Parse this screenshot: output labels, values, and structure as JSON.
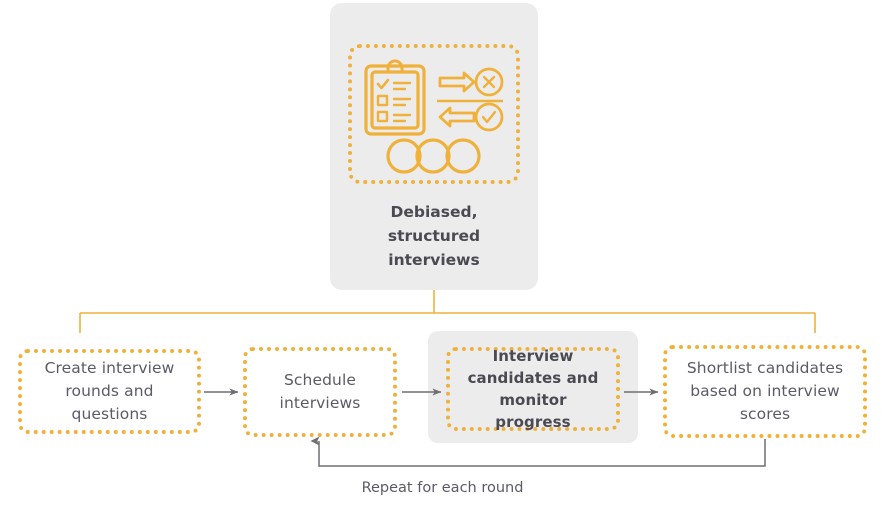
{
  "diagram": {
    "title_node": {
      "label": "Debiased,\nstructured\ninterviews",
      "line1": "Debiased,",
      "line2": "structured",
      "line3": "interviews",
      "icon_names": [
        "clipboard-checklist-icon",
        "arrow-right-reject-icon",
        "arrow-left-approve-icon",
        "three-circles-icon"
      ]
    },
    "steps": [
      {
        "id": "create-interview-rounds",
        "label": "Create interview rounds and questions",
        "emphasis": false,
        "highlighted": false
      },
      {
        "id": "schedule-interviews",
        "label": "Schedule interviews",
        "emphasis": false,
        "highlighted": false
      },
      {
        "id": "interview-candidates",
        "label": "Interview candidates and monitor progress",
        "emphasis": true,
        "highlighted": true
      },
      {
        "id": "shortlist-candidates",
        "label": "Shortlist candidates based on interview scores",
        "emphasis": false,
        "highlighted": false
      }
    ],
    "loop": {
      "label": "Repeat for each round",
      "from_step": "shortlist-candidates",
      "to_step": "schedule-interviews"
    },
    "colors": {
      "accent": "#f0b13b",
      "card_bg": "#ececec",
      "text": "#5b5b66",
      "text_bold": "#4a4a52",
      "connector": "#6e6e73",
      "page_bg": "#ffffff"
    }
  }
}
